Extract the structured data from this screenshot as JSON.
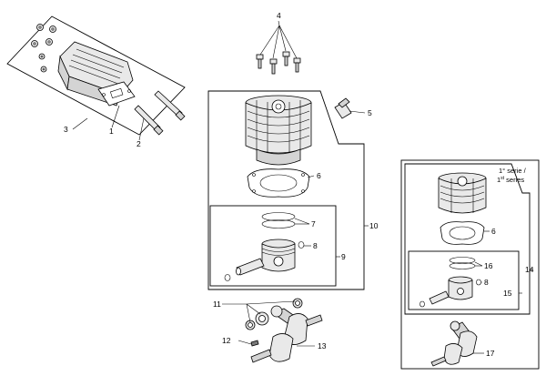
{
  "callouts": {
    "c1": "1",
    "c2": "2",
    "c3": "3",
    "c4": "4",
    "c5": "5",
    "c6": "6",
    "c6b": "6",
    "c7": "7",
    "c8": "8",
    "c8b": "8",
    "c9": "9",
    "c10": "10",
    "c11": "11",
    "c12": "12",
    "c13": "13",
    "c14": "14",
    "c15": "15",
    "c16": "16",
    "c17": "17"
  },
  "series_note": {
    "line1": "1° serie /",
    "line2_main": "1",
    "line2_sup": "st",
    "line2_tail": " series"
  }
}
